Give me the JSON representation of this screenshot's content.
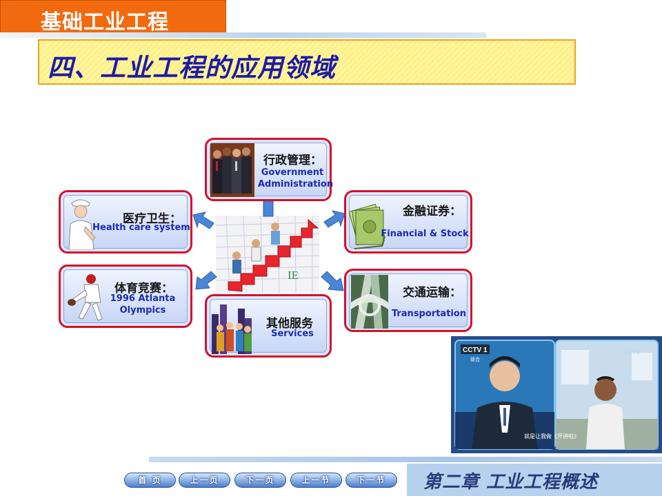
{
  "header": {
    "brand": "基础工业工程",
    "section_title": "四、工业工程的应用领域"
  },
  "diagram": {
    "center_label": "IE",
    "items": [
      {
        "key": "government",
        "cn": "行政管理：",
        "en_lines": [
          "Government",
          "Administration"
        ]
      },
      {
        "key": "health",
        "cn": "医疗卫生：",
        "en_lines": [
          "Health care system"
        ]
      },
      {
        "key": "finance",
        "cn": "金融证券：",
        "en_lines": [
          "Financial & Stock"
        ]
      },
      {
        "key": "sports",
        "cn": "体育竞赛：",
        "en_lines": [
          "1996 Atlanta",
          "Olympics"
        ]
      },
      {
        "key": "transport",
        "cn": "交通运输：",
        "en_lines": [
          "Transportation"
        ]
      },
      {
        "key": "services",
        "cn": "其他服务",
        "en_lines": [
          "Services"
        ]
      }
    ]
  },
  "video": {
    "channel_logo": "CCTV 1",
    "channel_sub": "综合",
    "corner_logo": "CCTV",
    "subtitle": "就是让我做《开讲啦》"
  },
  "navigation": {
    "buttons": [
      "首 页",
      "上一页",
      "下一页",
      "上一节",
      "下一节"
    ]
  },
  "footer": {
    "chapter_title": "第二章  工业工程概述"
  },
  "colors": {
    "brand_orange": "#f26a0f",
    "title_blue": "#1d1aa8",
    "card_border_red": "#d4102a",
    "arrow_blue": "#4a86d8"
  }
}
